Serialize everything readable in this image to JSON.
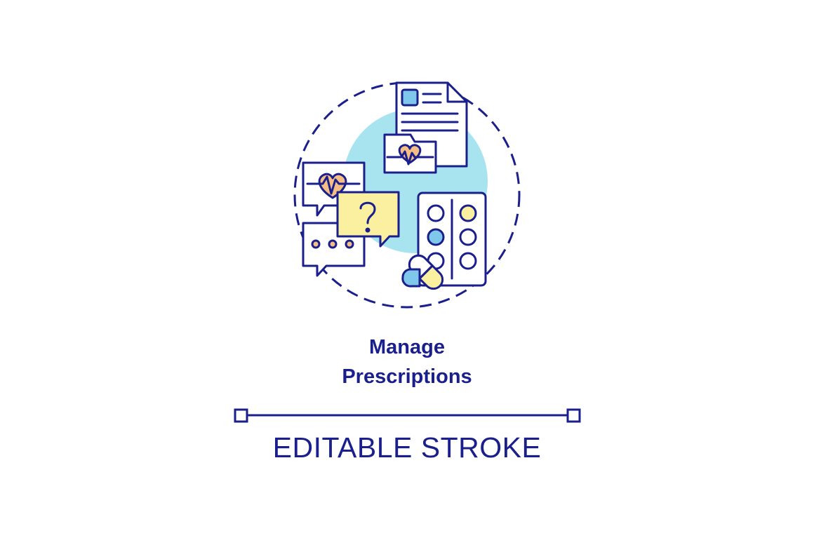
{
  "title": {
    "line1": "Manage",
    "line2": "Prescriptions"
  },
  "footer": {
    "label": "EDITABLE STROKE"
  },
  "colors": {
    "outline": "#1a1f8c",
    "accent_blue": "#a8e4f0",
    "pill_yellow": "#fbf0a0",
    "heart_orange": "#f5be84",
    "blue_dot": "#7fc8ec"
  },
  "icons": [
    "medical-record-icon",
    "heart-folder-icon",
    "heartbeat-chat-icon",
    "question-chat-icon",
    "typing-chat-icon",
    "pill-blister-icon",
    "capsule-icon"
  ]
}
